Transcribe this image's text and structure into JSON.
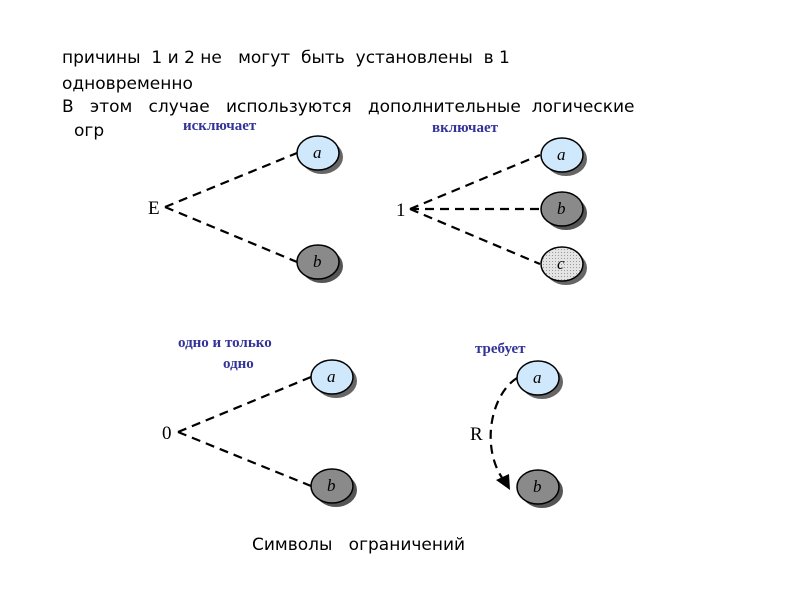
{
  "text": {
    "line1": "причины  1 и 2 не   могут  быть  установлены  в 1",
    "line2": "одновременно",
    "line3": "В   этом   случае   используются   дополнительные  логические",
    "line4": "огр"
  },
  "diagrams": {
    "excludes": {
      "label": "исключает",
      "symbol": "E",
      "nodes": [
        "a",
        "b"
      ]
    },
    "includes": {
      "label": "включает",
      "symbol": "1",
      "nodes": [
        "a",
        "b",
        "c"
      ]
    },
    "one_only": {
      "label1": "одно и только",
      "label2": "одно",
      "symbol": "0",
      "nodes": [
        "a",
        "b"
      ]
    },
    "requires": {
      "label": "требует",
      "symbol": "R",
      "nodes": [
        "a",
        "b"
      ]
    }
  },
  "caption": "Символы   ограничений",
  "colors": {
    "light_node": "#cfe8fb",
    "dark_node": "#8a8a8a",
    "dotted_node": "#d8d8d8",
    "label": "#333399"
  }
}
